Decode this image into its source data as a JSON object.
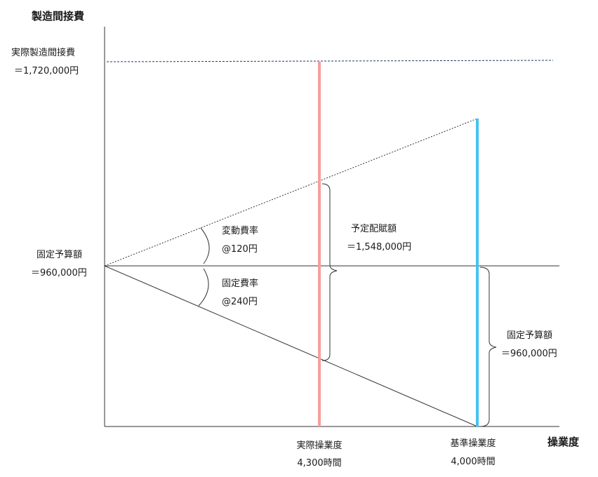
{
  "axes": {
    "y_title": "製造間接費",
    "x_title": "操業度"
  },
  "labels": {
    "actual_overhead": {
      "title": "実際製造間接費",
      "value": "＝1,720,000円"
    },
    "fixed_budget_left": {
      "title": "固定予算額",
      "value": "＝960,000円"
    },
    "variable_rate": {
      "title": "変動費率",
      "value": "@120円"
    },
    "fixed_rate": {
      "title": "固定費率",
      "value": "@240円"
    },
    "applied": {
      "title": "予定配賦額",
      "value": "＝1,548,000円"
    },
    "fixed_budget_right": {
      "title": "固定予算額",
      "value": "＝960,000円"
    },
    "actual_activity": {
      "title": "実際操業度",
      "value": "4,300時間"
    },
    "standard_activity": {
      "title": "基準操業度",
      "value": "4,000時間"
    }
  },
  "colors": {
    "actual_line": "#f4a09c",
    "standard_line": "#47c2f0",
    "dashed_line": "#1f3864",
    "axis": "#333333"
  }
}
